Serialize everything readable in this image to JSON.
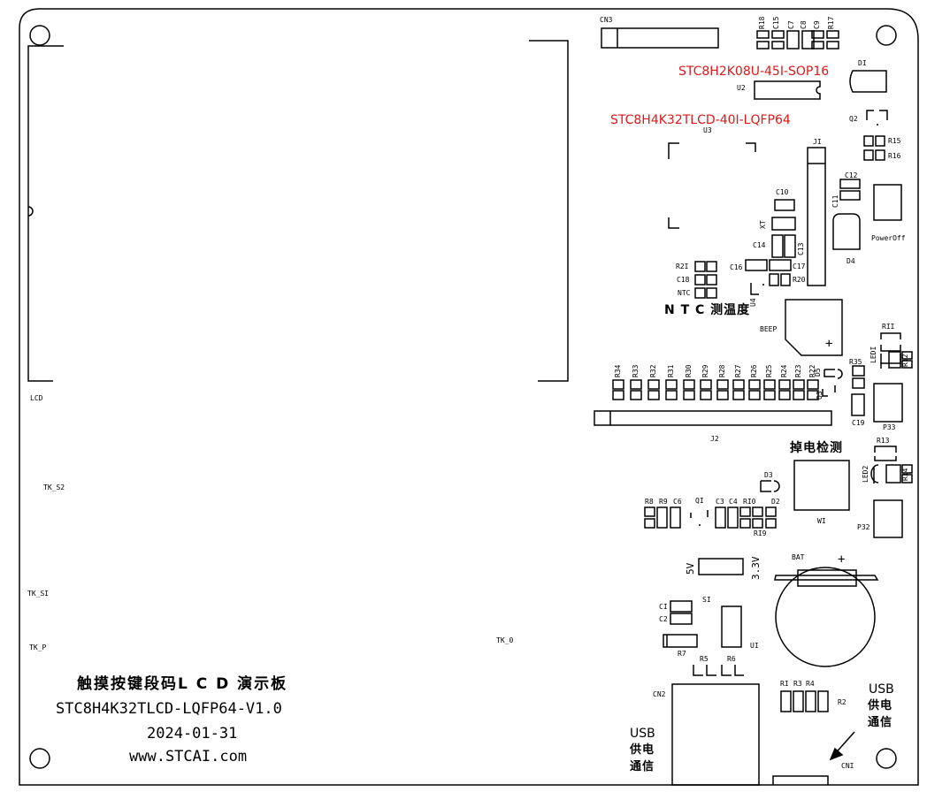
{
  "board": {
    "title_cn": "触摸按键段码L C D 演示板",
    "model": "STC8H4K32TLCD-LQFP64-V1.0",
    "date": "2024-01-31",
    "website": "www.STCAI.com"
  },
  "chips": {
    "u2_part": "STC8H2K08U-45I-SOP16",
    "u3_part": "STC8H4K32TLCD-40I-LQFP64"
  },
  "sections": {
    "ntc": "N T C 测温度",
    "power_detect": "掉电检测"
  },
  "usb_labels": {
    "left": {
      "usb": "USB",
      "line1": "供电",
      "line2": "通信"
    },
    "right": {
      "usb": "USB",
      "line1": "供电",
      "line2": "通信"
    }
  },
  "silkscreen": {
    "lcd": "LCD",
    "tk_s2": "TK_S2",
    "tk_s1": "TK_SI",
    "tk_p": "TK_P",
    "tk_0": "TK_0",
    "cn3": "CN3",
    "u2": "U2",
    "u3": "U3",
    "di": "DI",
    "q2": "Q2",
    "r15": "R15",
    "r16": "R16",
    "j1": "JI",
    "c12": "C12",
    "c11": "C11",
    "power_off": "PowerOff",
    "d4": "D4",
    "c10": "C10",
    "xt": "XT",
    "c14": "C14",
    "c13": "C13",
    "c16": "C16",
    "c17": "C17",
    "r20": "R20",
    "u4": "U4",
    "r21": "R2I",
    "c18": "C18",
    "ntc": "NTC",
    "beep": "BEEP",
    "r11": "RII",
    "led1": "LEDI",
    "r12": "R12",
    "r35": "R35",
    "d5": "D5",
    "q3": "Q3",
    "c19": "C19",
    "p33": "P33",
    "j2": "J2",
    "r_top": [
      "R34",
      "R33",
      "R32",
      "R31",
      "R30",
      "R29",
      "R28",
      "R27",
      "R26",
      "R25",
      "R24",
      "R23",
      "R22"
    ],
    "r13": "R13",
    "led2": "LED2",
    "r14": "R14",
    "d3": "D3",
    "r8": "R8",
    "r9": "R9",
    "c6": "C6",
    "q1": "QI",
    "c3": "C3",
    "c4": "C4",
    "r10": "RI0",
    "d2": "D2",
    "r19": "RI9",
    "w1": "WI",
    "p32": "P32",
    "v5": "5V",
    "v33": "3.3V",
    "bat": "BAT",
    "plus": "+",
    "c1": "CI",
    "c2": "C2",
    "s1": "SI",
    "u1": "UI",
    "r7": "R7",
    "r5": "R5",
    "r6": "R6",
    "cn2": "CN2",
    "r1": "RI",
    "r3": "R3",
    "r4": "R4",
    "r2": "R2",
    "cn1": "CNI",
    "top_caps": [
      "R18",
      "C15",
      "C7",
      "C8",
      "C9",
      "R17"
    ]
  }
}
